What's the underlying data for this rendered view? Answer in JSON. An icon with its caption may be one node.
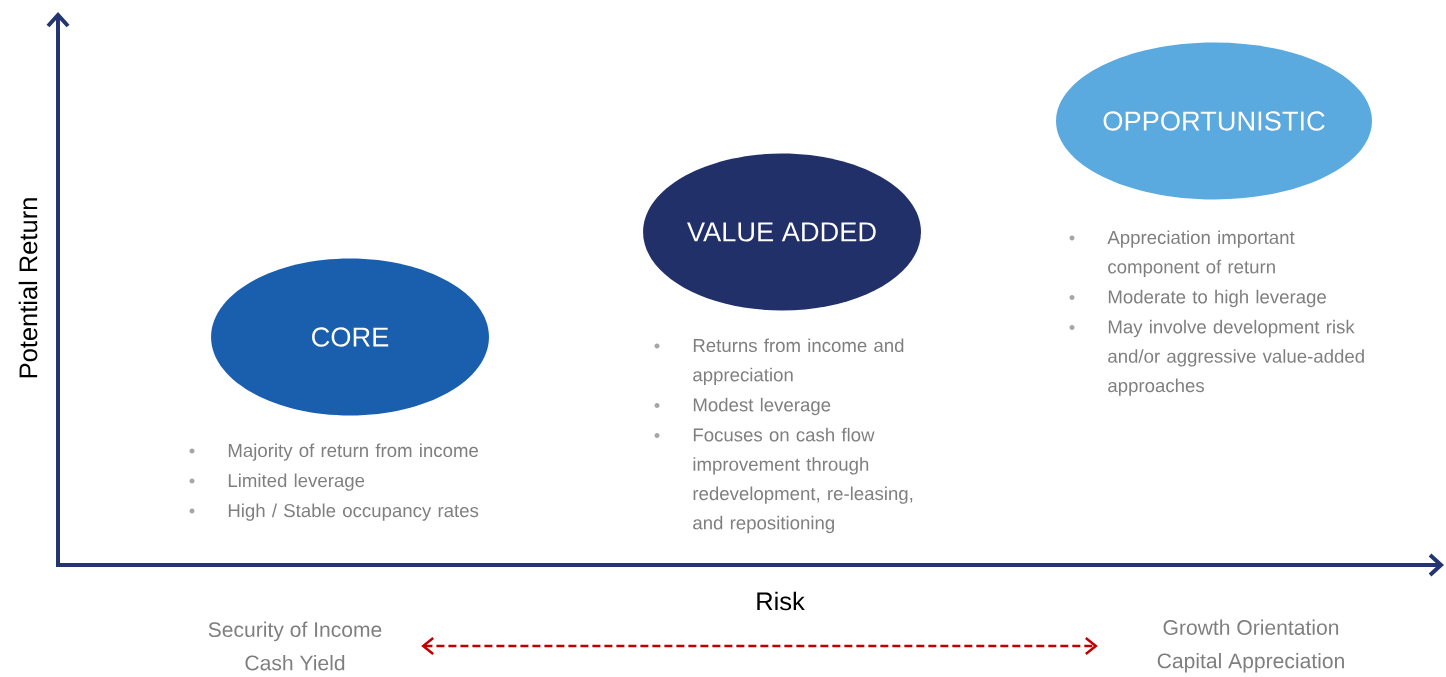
{
  "diagram": {
    "nodes": [
      {
        "text": [
          "CORE"
        ],
        "beside": [
          "Majority of return from income",
          "Limited leverage",
          "High / Stable occupancy rates"
        ]
      },
      {
        "text": [
          "VALUE ADDED"
        ],
        "beside": [
          "Returns from income and appreciation",
          "Modest leverage",
          "Focuses on cash flow improvement through redevelopment, re-leasing, and repositioning"
        ]
      },
      {
        "text": [
          "OPPORTUNISTIC"
        ],
        "beside": [
          "Appreciation important component of return",
          "Moderate to high leverage",
          "May involve development risk and/or aggressive value-added approaches"
        ]
      },
      {
        "text": [
          "Security of Income",
          "Cash Yield"
        ]
      },
      {
        "text": [
          "Growth Orientation",
          "Capital Appreciation"
        ]
      }
    ],
    "edges": [
      {
        "from": 3,
        "to": 4,
        "arrow": "both",
        "style": "dashed",
        "color": "#c00000"
      }
    ],
    "labels": [
      "Potential Return",
      "Risk"
    ]
  }
}
